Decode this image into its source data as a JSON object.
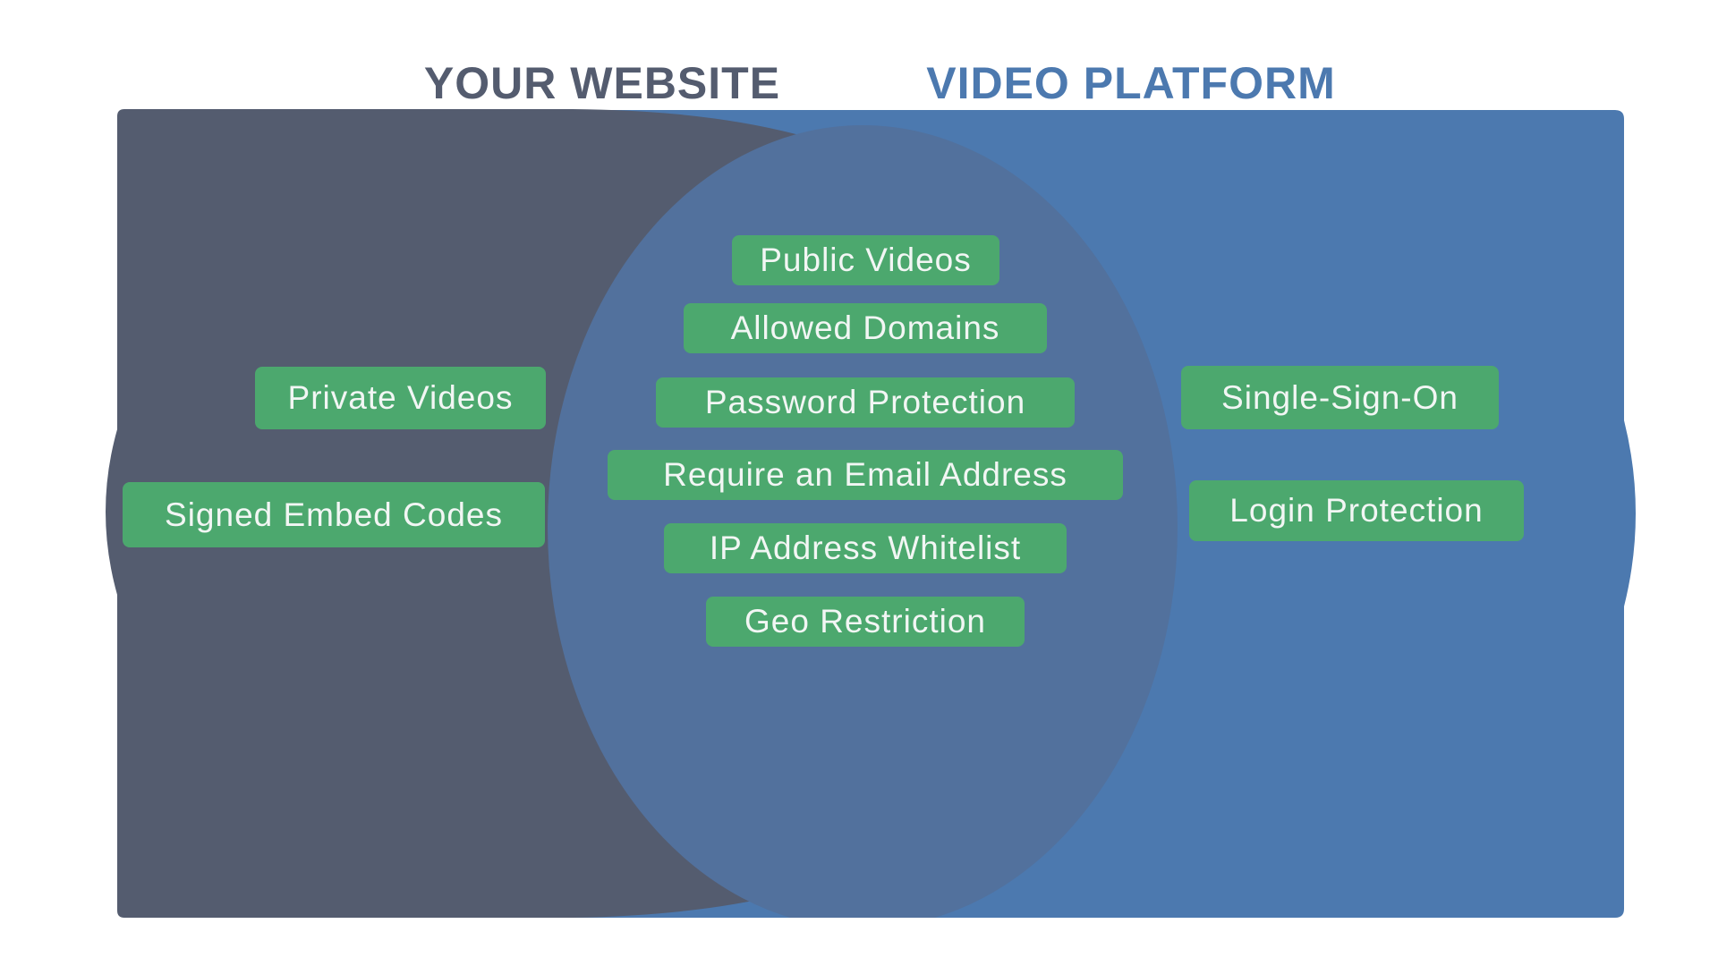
{
  "diagram": {
    "left_title": "YOUR WEBSITE",
    "right_title": "VIDEO PLATFORM",
    "colors": {
      "left_region": "#545C6F",
      "right_region": "#4C79AF",
      "overlap_region": "#52719D",
      "badge_background": "#4CA86E",
      "badge_text": "#F2F6F4",
      "left_title_text": "#545C6F",
      "right_title_text": "#4C79AF"
    },
    "left_items": [
      "Private Videos",
      "Signed Embed Codes"
    ],
    "overlap_items": [
      "Public Videos",
      "Allowed Domains",
      "Password Protection",
      "Require an Email Address",
      "IP Address Whitelist",
      "Geo Restriction"
    ],
    "right_items": [
      "Single-Sign-On",
      "Login Protection"
    ]
  }
}
